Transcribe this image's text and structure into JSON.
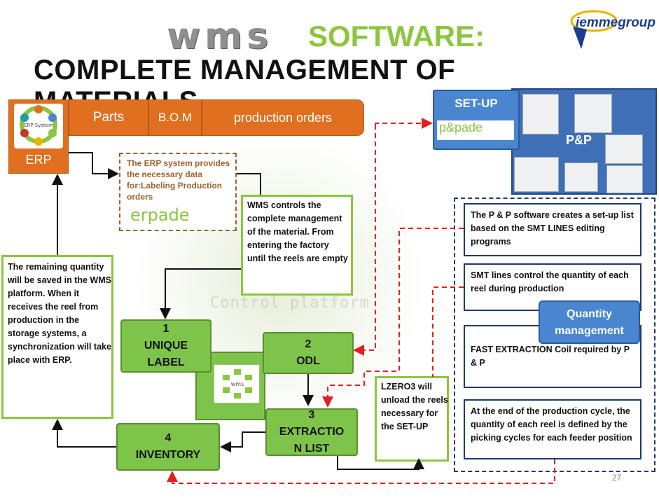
{
  "title": {
    "wms": "wms",
    "software": "SOFTWARE:",
    "main": "COMPLETE MANAGEMENT OF MATERIALS"
  },
  "logo": "iemmegroup",
  "erp": {
    "label": "ERP",
    "icon_caption": "ERP System",
    "tabs": [
      "Parts",
      "B.O.M",
      "production orders"
    ]
  },
  "erp_note": {
    "text": "The ERP system provides the necessary data for:Labeling Production orders",
    "logo": "erpade"
  },
  "wms_note": "WMS controls the complete management of the material. From entering the factory until the reels are empty",
  "remain_note": "The remaining quantity will be saved in the WMS platform. When it receives the reel from production in the storage systems, a synchronization will take place with ERP.",
  "process": {
    "label_num": "1",
    "label_text": "UNIQUE LABEL",
    "odl_num": "2",
    "odl_text": "ODL",
    "extract_num": "3",
    "extract_text": "EXTRACTIO N LIST",
    "inventory_num": "4",
    "inventory_text": "INVENTORY",
    "center_caption": "wms"
  },
  "lzero_note": "LZERO3 will unload the reels necessary for the SET-UP",
  "setup": {
    "label": "SET-UP",
    "logo": "p&pade"
  },
  "pp_label": "P&P",
  "right_panel": {
    "box1": "The P & P software creates a set-up list based on the SMT LINES editing programs",
    "box2": "SMT lines control the quantity of each reel during production",
    "quantity_badge": "Quantity management",
    "box3": "FAST EXTRACTION Coil required by P & P",
    "box4": "At the end of the production cycle, the quantity of each reel is defined by the picking cycles for each feeder position"
  },
  "watermark": "Control platform",
  "page_number": "27",
  "colors": {
    "orange": "#e07020",
    "green": "#7fc44a",
    "light_green_border": "#8cc63f",
    "blue": "#4a86cf",
    "dark_blue": "#1f3a6a",
    "red_dashed": "#e02020"
  }
}
